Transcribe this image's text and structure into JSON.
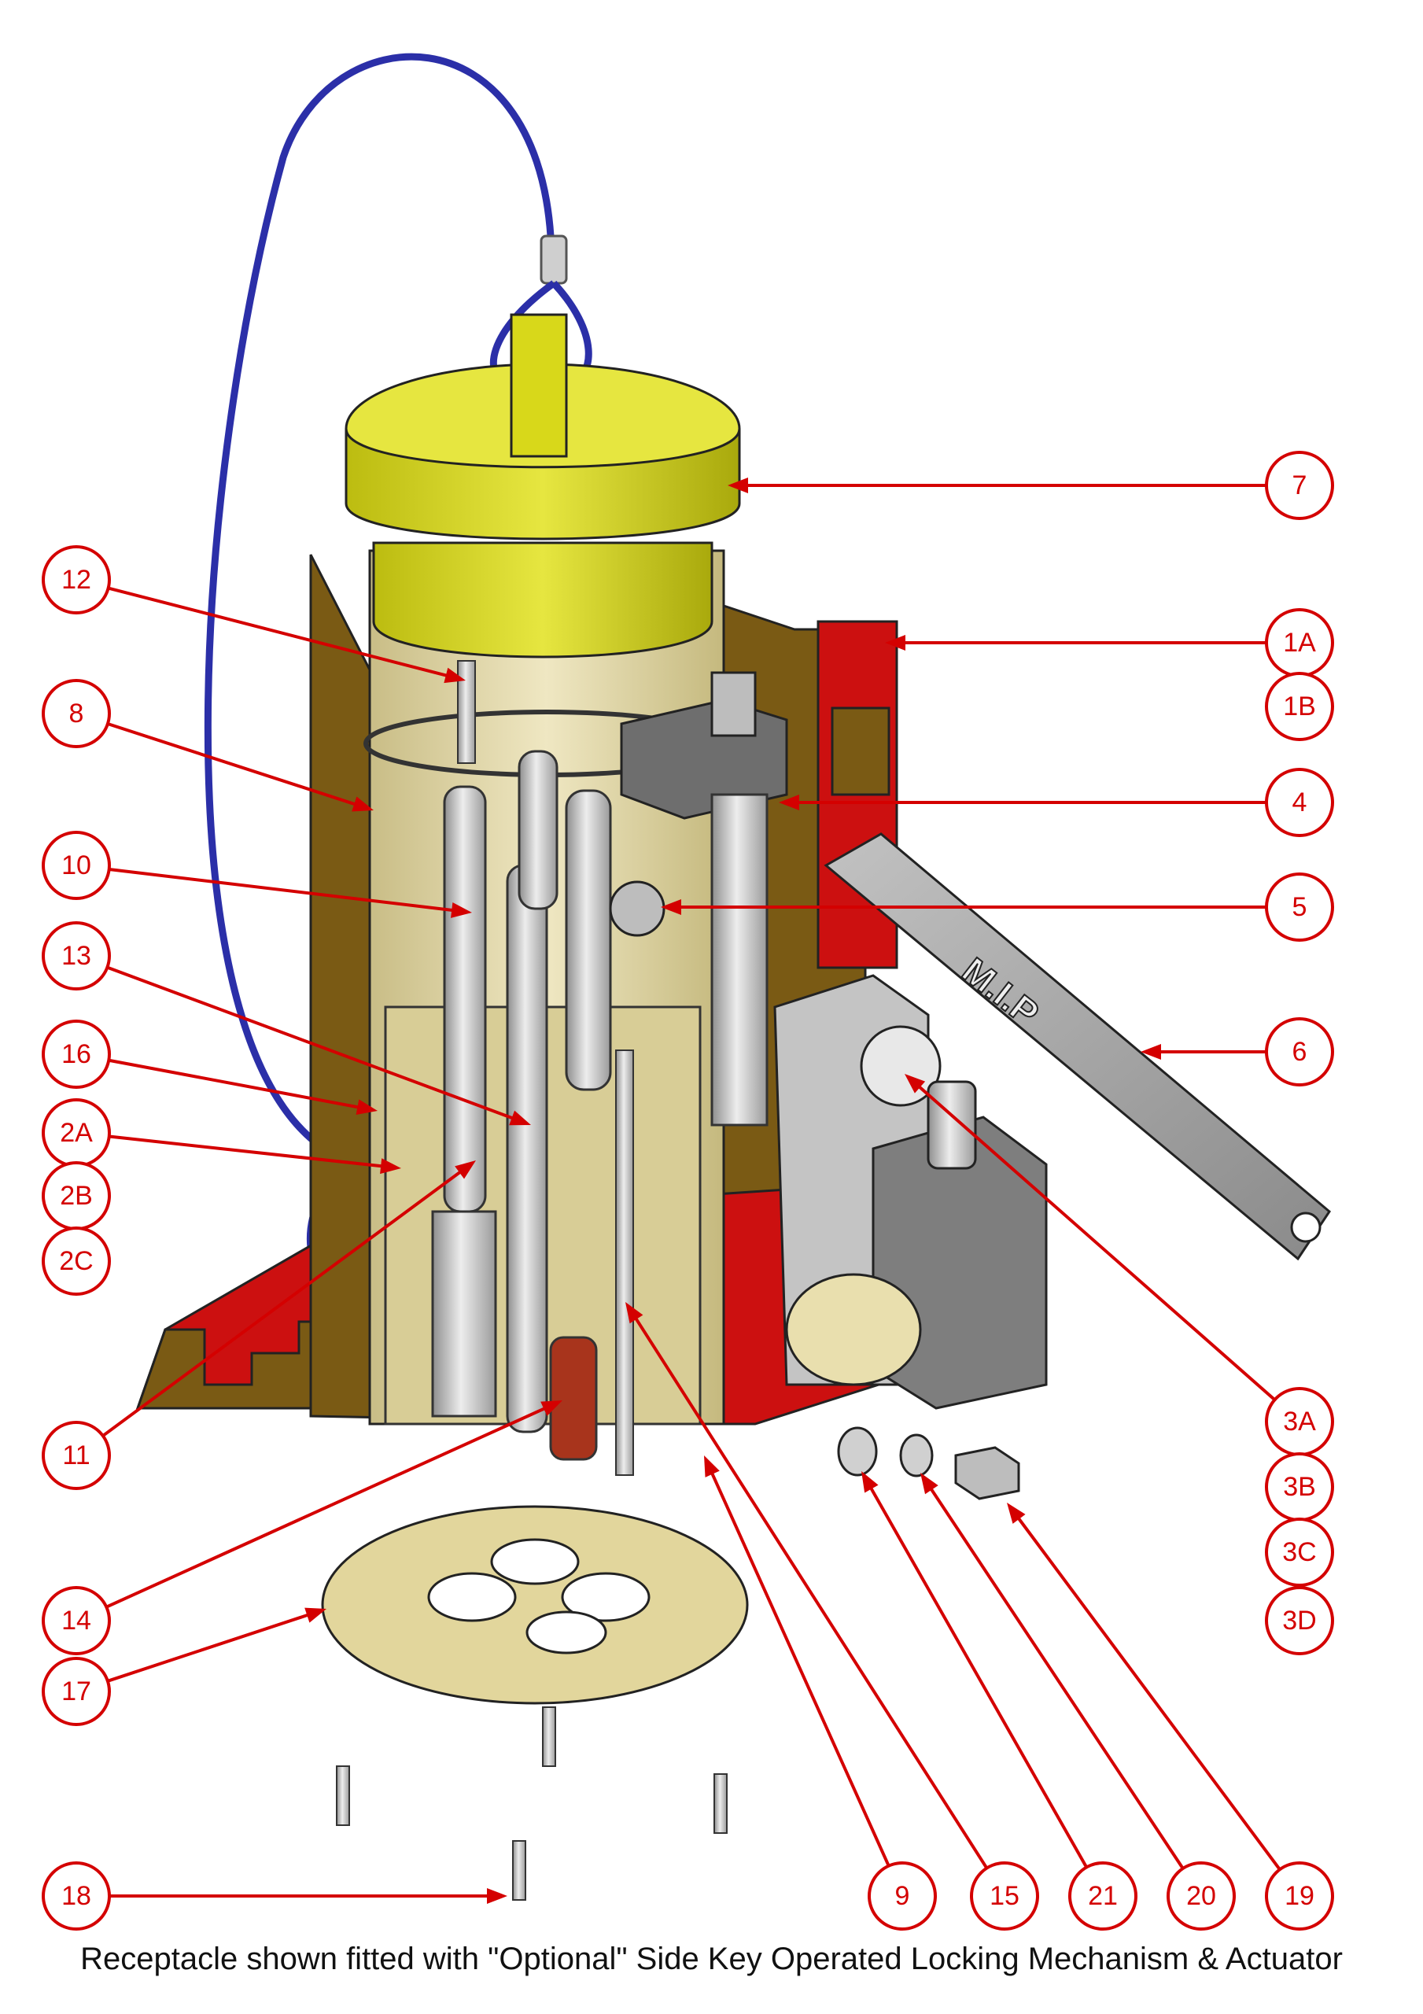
{
  "diagram": {
    "callouts": [
      {
        "id": "7",
        "label": "7"
      },
      {
        "id": "12",
        "label": "12"
      },
      {
        "id": "1A",
        "label": "1A"
      },
      {
        "id": "1B",
        "label": "1B"
      },
      {
        "id": "8",
        "label": "8"
      },
      {
        "id": "4",
        "label": "4"
      },
      {
        "id": "10",
        "label": "10"
      },
      {
        "id": "5",
        "label": "5"
      },
      {
        "id": "13",
        "label": "13"
      },
      {
        "id": "6",
        "label": "6"
      },
      {
        "id": "16",
        "label": "16"
      },
      {
        "id": "2A",
        "label": "2A"
      },
      {
        "id": "2B",
        "label": "2B"
      },
      {
        "id": "2C",
        "label": "2C"
      },
      {
        "id": "3A",
        "label": "3A"
      },
      {
        "id": "11",
        "label": "11"
      },
      {
        "id": "3B",
        "label": "3B"
      },
      {
        "id": "3C",
        "label": "3C"
      },
      {
        "id": "14",
        "label": "14"
      },
      {
        "id": "3D",
        "label": "3D"
      },
      {
        "id": "17",
        "label": "17"
      },
      {
        "id": "18",
        "label": "18"
      },
      {
        "id": "9",
        "label": "9"
      },
      {
        "id": "15",
        "label": "15"
      },
      {
        "id": "21",
        "label": "21"
      },
      {
        "id": "20",
        "label": "20"
      },
      {
        "id": "19",
        "label": "19"
      }
    ],
    "handle_text": "M.I.P",
    "caption": "Receptacle shown fitted with \"Optional\" Side Key Operated Locking Mechanism & Actuator"
  },
  "colors": {
    "callout_red": "#d40000",
    "cap_yellow": "#d8d81a",
    "body_brown": "#7a5a14",
    "body_red": "#cc1010",
    "liner_cream": "#e9e0b2",
    "steel_grey": "#a8a8a8",
    "lanyard_blue": "#2b2fa8"
  }
}
